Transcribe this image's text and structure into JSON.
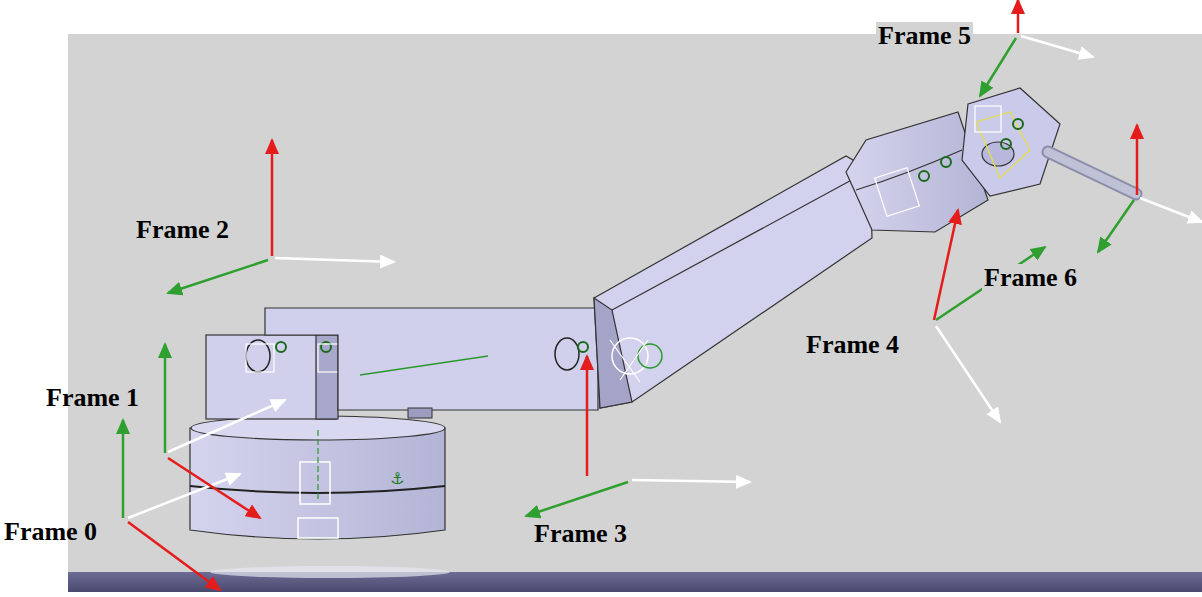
{
  "diagram": {
    "labels": [
      "Frame 5",
      "Frame 2",
      "Frame 1",
      "Frame 4",
      "Frame 6",
      "Frame 0",
      "Frame 3"
    ]
  }
}
